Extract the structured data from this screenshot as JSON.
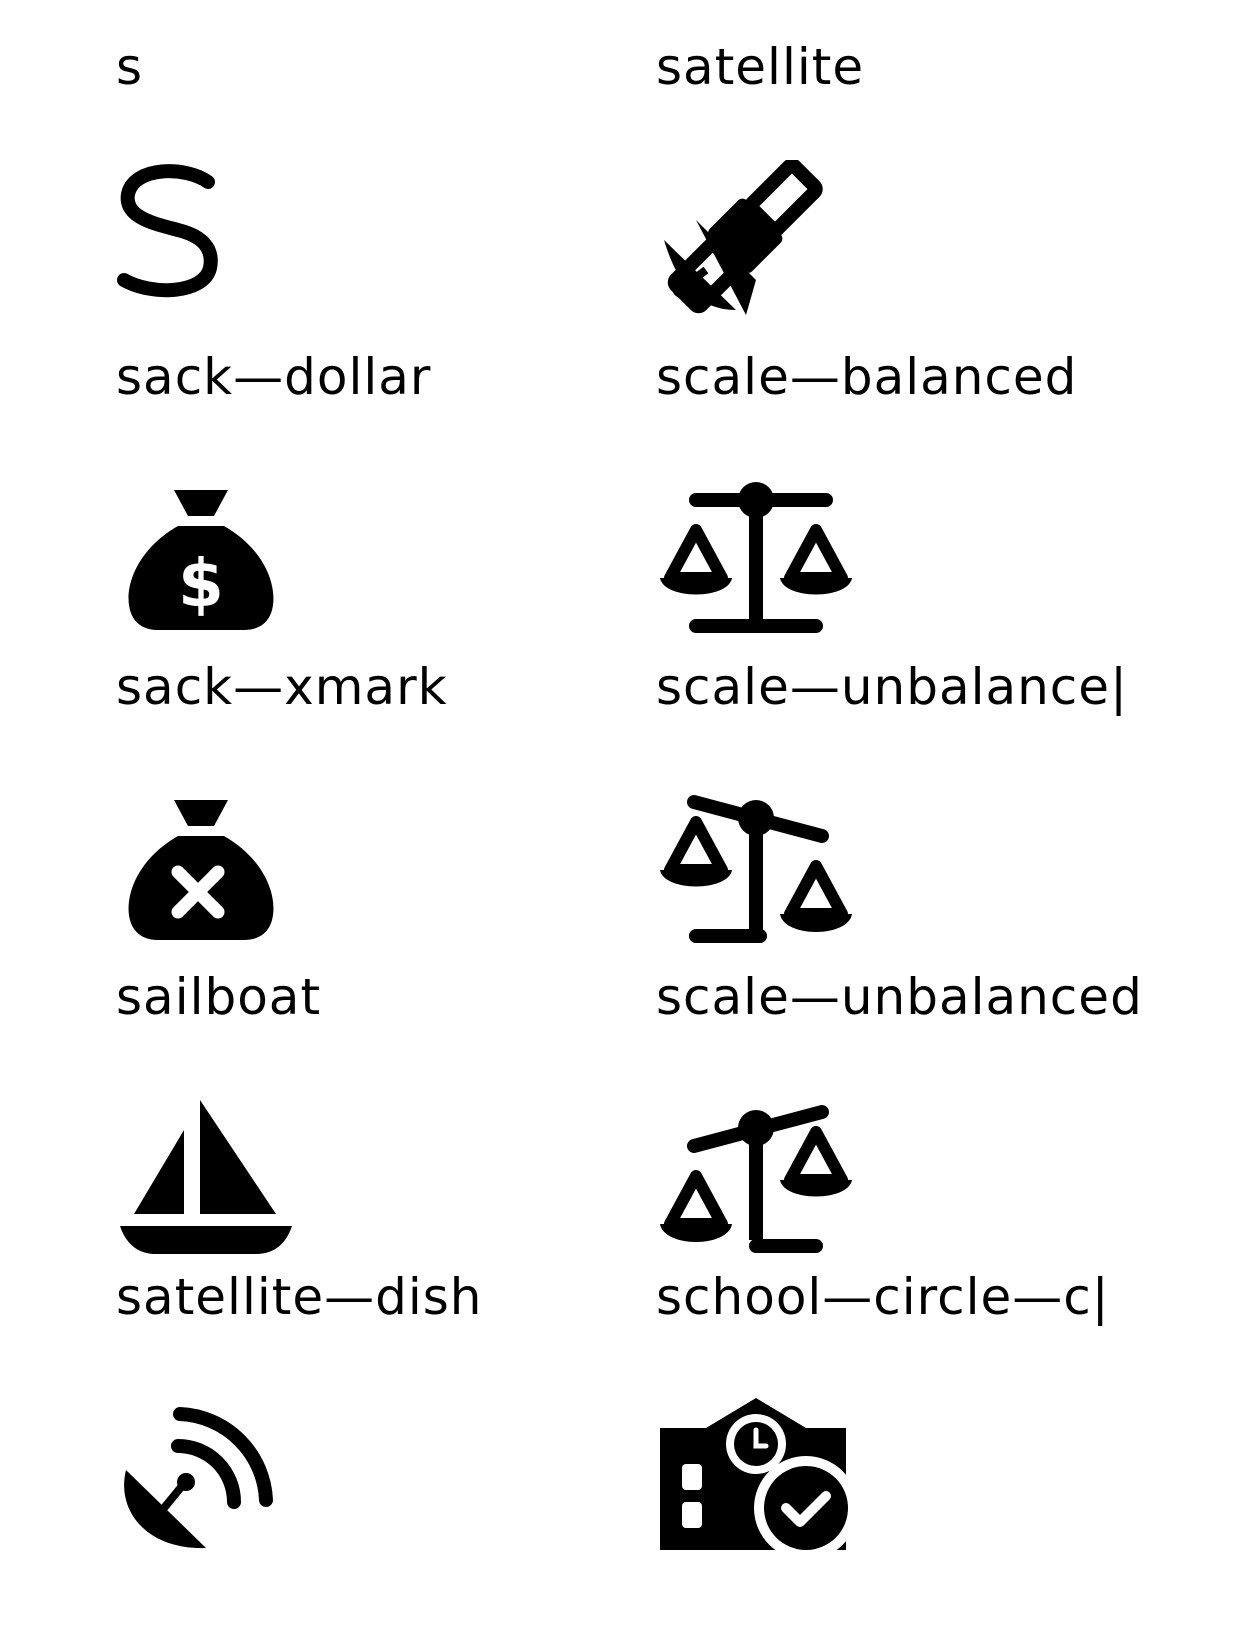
{
  "icons": [
    {
      "label": "s",
      "icon": "s-icon"
    },
    {
      "label": "satellite",
      "icon": "satellite-icon"
    },
    {
      "label": "sack—dollar",
      "icon": "sack-dollar-icon"
    },
    {
      "label": "scale—balanced",
      "icon": "scale-balanced-icon"
    },
    {
      "label": "sack—xmark",
      "icon": "sack-xmark-icon"
    },
    {
      "label": "scale—unbalance|",
      "icon": "scale-unbalanced-icon"
    },
    {
      "label": "sailboat",
      "icon": "sailboat-icon"
    },
    {
      "label": "scale—unbalanced",
      "icon": "scale-unbalanced-flip-icon"
    },
    {
      "label": "satellite—dish",
      "icon": "satellite-dish-icon"
    },
    {
      "label": "school—circle—c|",
      "icon": "school-circle-check-icon"
    }
  ]
}
